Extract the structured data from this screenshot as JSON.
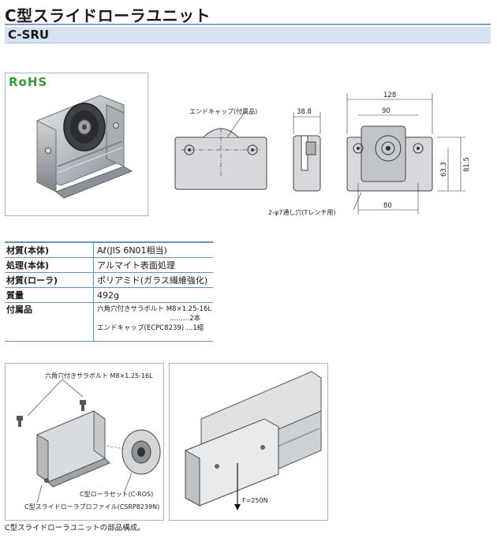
{
  "header": {
    "title": "C型スライドローラユニット",
    "model": "C-SRU"
  },
  "badge": {
    "rohs": "RoHS"
  },
  "drawing": {
    "endcap_label": "エンドキャップ(付属品)",
    "dim_side_width": "38.8",
    "dim_total_width": "128",
    "dim_inner_width": "90",
    "dim_height_inner": "63.3",
    "dim_height_total": "81.5",
    "dim_hole_pitch": "80",
    "hole_note": "2-φ7通し穴(Tレンチ用)"
  },
  "specs": [
    {
      "key": "材質(本体)",
      "value": "Aℓ(JIS 6N01相当)"
    },
    {
      "key": "処理(本体)",
      "value": "アルマイト表面処理"
    },
    {
      "key": "材質(ローラ)",
      "value": "ポリアミド(ガラス繊維強化)"
    },
    {
      "key": "質量",
      "value": "492g"
    }
  ],
  "accessories": {
    "key": "付属品",
    "line1": "六角穴付きサラボルト M8×1.25-16L",
    "line2": "………2本",
    "line3": "エンドキャップ(ECPC8239) …1組"
  },
  "assembly": {
    "bolt_label": "六角穴付きサラボルト M8×1.25-16L",
    "roller_label": "C型ローラセット(C-ROS)",
    "profile_label": "C型スライドローラプロファイル(CSRP8239N)"
  },
  "load": {
    "force_label": "F=250N"
  },
  "caption": "C型スライドローラユニットの部品構成。"
}
